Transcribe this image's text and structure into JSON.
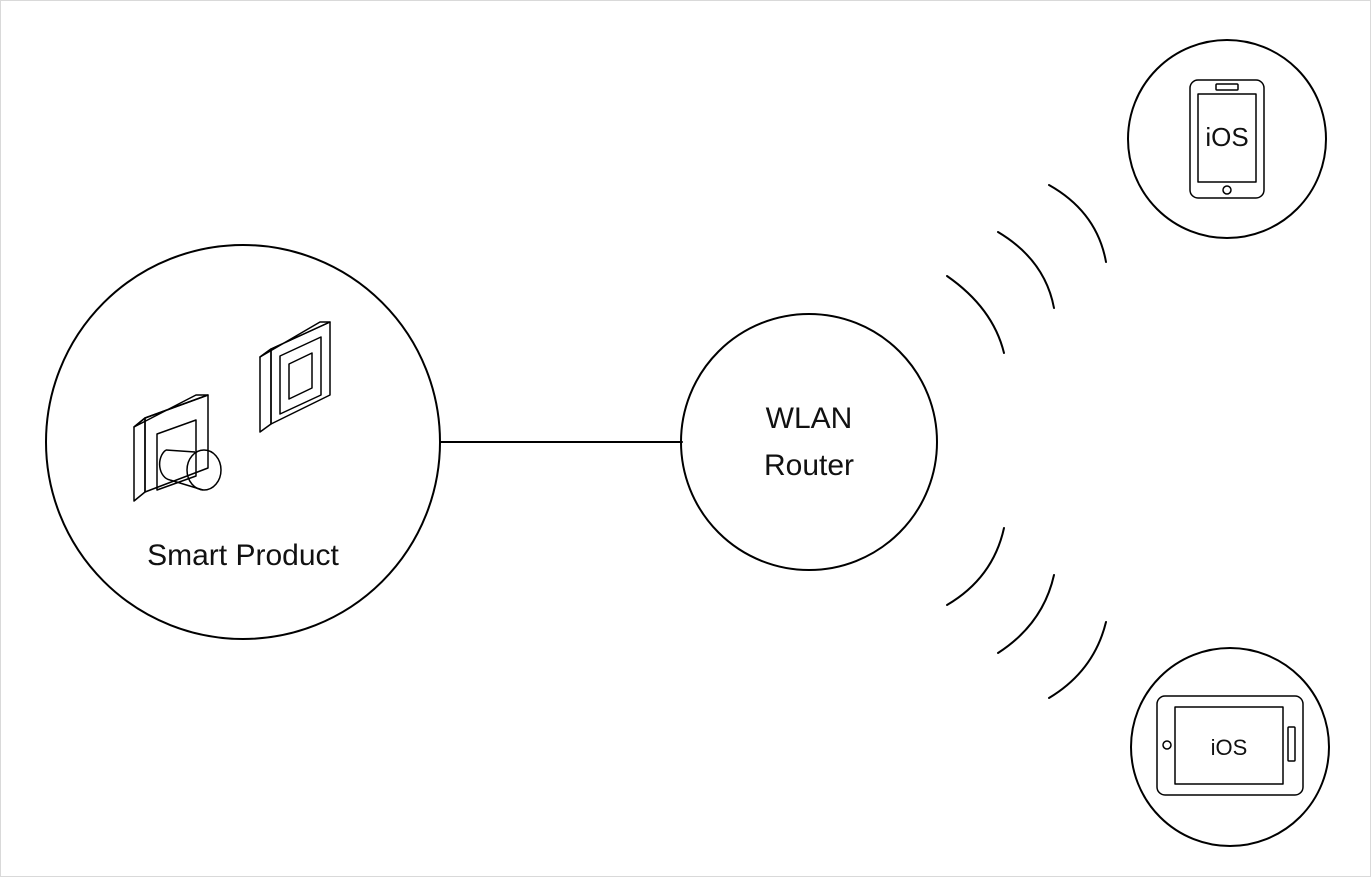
{
  "nodes": {
    "smart_product": {
      "label": "Smart Product"
    },
    "router": {
      "label_line1": "WLAN",
      "label_line2": "Router"
    },
    "phone": {
      "label": "iOS"
    },
    "tablet": {
      "label": "iOS"
    }
  },
  "colors": {
    "stroke": "#000000",
    "frame": "#d9d9d9",
    "background": "#ffffff"
  }
}
